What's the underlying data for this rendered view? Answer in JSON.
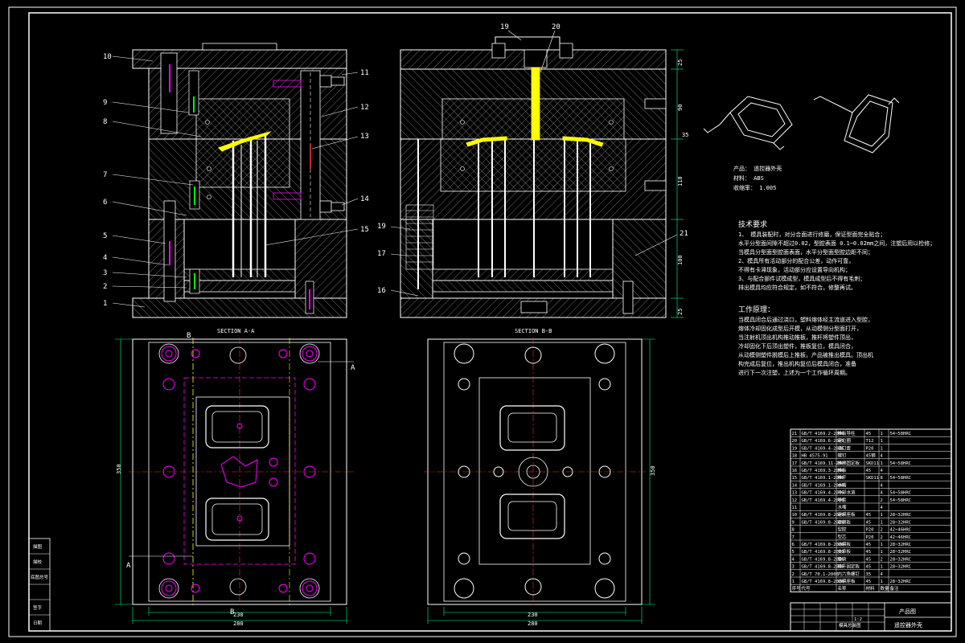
{
  "colors": {
    "background": "#000000",
    "line": "#ffffff",
    "hatch": "#9a9a9a",
    "hidden": "#ff00ff",
    "highlight": "#ffff00",
    "center": "#ff3333",
    "dimension": "#00ff88"
  },
  "labels_left": [
    "10",
    "9",
    "8",
    "7",
    "6",
    "5",
    "4",
    "3",
    "2",
    "1"
  ],
  "labels_right": [
    "11",
    "12",
    "13",
    "14",
    "15"
  ],
  "labels_mid": [
    "19",
    "20",
    "19",
    "17",
    "16",
    "21"
  ],
  "section_a": "SECTION A-A",
  "section_b": "SECTION B-B",
  "marks": {
    "a_top": "A",
    "a_bottom": "A",
    "b_top": "B",
    "b_bottom": "B"
  },
  "dims_right": [
    "25",
    "90",
    "35",
    "110",
    "100",
    "25"
  ],
  "dims_plan_left": {
    "height": "350",
    "width_inner": "230",
    "width_outer": "280"
  },
  "dims_plan_right": {
    "height": "350",
    "width_inner": "230",
    "width_outer": "280"
  },
  "product_info": [
    "产品：  遥控器外壳",
    "材料：  ABS",
    "收缩率：  1.005"
  ],
  "tech_title": "技术要求",
  "tech_lines": [
    "1、 模具装配时，对分合面进行修磨，保证型面完全贴合；",
    "水平分型面间隙不超过0.02，型腔表面 0.1~0.02mm之间，注塑后用以检修；",
    "当模具分型面型腔面表面，水平分型面型腔边距不同；",
    "2、模具所有活动部分的配合公差，动作可靠，",
    "不得有卡滞现象，活动部分应设置导向机构；",
    "3、与配合部件试模成型，模具成型后不得有毛刺；",
    "排出模具均应符合规定，如不符合，修整再试。"
  ],
  "work_title": "工作原理：",
  "work_lines": [
    "当模具闭合后通过浇口，塑料熔体经主流道进入型腔，",
    "熔体冷却固化成型后开模，从动模侧分型面打开，",
    "当注射机顶出机构推动推板，推杆将塑件顶出，",
    "冷却固化下后顶出塑件，推板复位，模具闭合，",
    "从动模侧塑件脱模后上推板，产品被推出模具。顶出机",
    "构完成后复位，推出机构复位后模具闭合，准备",
    "进行下一次注塑，上述为一个工作循环周期。"
  ],
  "bom": [
    [
      "21",
      "GB/T 4169.2-2006",
      "推板导柱",
      "45",
      "1",
      "54~58HRC"
    ],
    [
      "20",
      "GB/T 4169.6-2006",
      "定位圈",
      "T12",
      "1",
      ""
    ],
    [
      "19",
      "GB/T 4169.4-2006",
      "浇口套",
      "P20",
      "1",
      ""
    ],
    [
      "18",
      "HB 4575-91",
      "螺钉",
      "45钢",
      "4",
      ""
    ],
    [
      "17",
      "GB/T 4169.11-2006",
      "推杆固定板",
      "SKD11",
      "1",
      "54~58HRC"
    ],
    [
      "16",
      "GB/T 4169.3-2006",
      "推板",
      "45",
      "4",
      ""
    ],
    [
      "15",
      "GB/T 4169.1-2006",
      "推杆",
      "SKD11",
      "8",
      "54~58HRC"
    ],
    [
      "14",
      "GB/T 4169.1-2006",
      "水嘴",
      "",
      "4",
      ""
    ],
    [
      "13",
      "GB/T 4169.4-2006",
      "冷却水道",
      "",
      "4",
      "54~58HRC"
    ],
    [
      "12",
      "GB/T 4169.4-2006",
      "导套",
      "",
      "2",
      "54~58HRC"
    ],
    [
      "11",
      "",
      "水嘴",
      "",
      "4",
      ""
    ],
    [
      "10",
      "GB/T 4169.8-2006",
      "定模座板",
      "45",
      "1",
      "28~32HRC"
    ],
    [
      "9",
      "GB/T 4169.8-2006",
      "定模板",
      "45",
      "1",
      "28~32HRC"
    ],
    [
      "8",
      "",
      "型腔",
      "P20",
      "2",
      "42~46HRC"
    ],
    [
      "7",
      "",
      "型芯",
      "P20",
      "2",
      "42~46HRC"
    ],
    [
      "6",
      "GB/T 4169.8-2006",
      "动模板",
      "45",
      "1",
      "28~32HRC"
    ],
    [
      "5",
      "GB/T 4169.8-2006",
      "支承板",
      "45",
      "1",
      "28~32HRC"
    ],
    [
      "4",
      "GB/T 4169.8-2006",
      "垫块",
      "45",
      "2",
      "28~32HRC"
    ],
    [
      "3",
      "GB/T 4169.8-2006",
      "推杆固定板",
      "45",
      "1",
      "28~32HRC"
    ],
    [
      "2",
      "GB/T 70.1-2000",
      "内六角螺钉",
      "35",
      "4",
      ""
    ],
    [
      "1",
      "GB/T 4169.8-2006",
      "动模座板",
      "45",
      "1",
      "28~32HRC"
    ]
  ],
  "bom_header": [
    "序号",
    "代号",
    "名称",
    "材料",
    "数量",
    "备注"
  ],
  "title_block": {
    "product": "产品图",
    "drawing_name": "遥控器外壳",
    "scale": "1:2",
    "sheet_title": "模具总装图"
  },
  "left_strip": [
    "描图",
    "描校",
    "底图总号",
    "",
    "签字",
    "日期"
  ]
}
